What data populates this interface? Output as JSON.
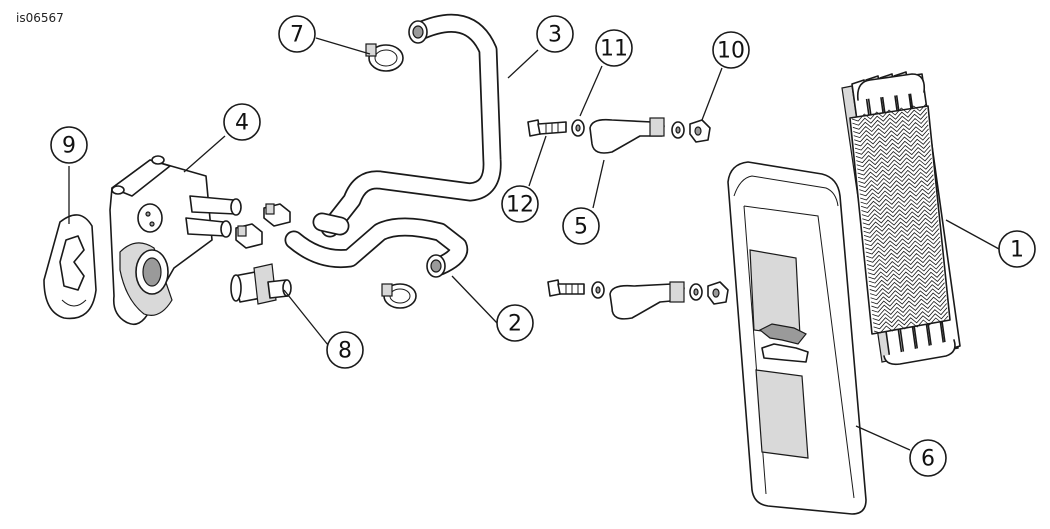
{
  "figure_id": "is06567",
  "callouts": [
    "1",
    "2",
    "3",
    "4",
    "5",
    "6",
    "7",
    "8",
    "9",
    "10",
    "11",
    "12"
  ]
}
